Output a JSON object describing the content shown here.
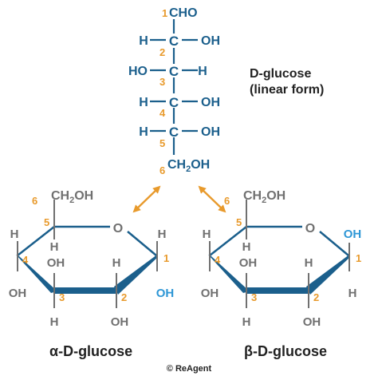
{
  "linear": {
    "c1_group": "CHO",
    "c_atom": "C",
    "h": "H",
    "oh": "OH",
    "ho": "HO",
    "ch2oh_prefix": "CH",
    "ch2oh_sub": "2",
    "ch2oh_suffix": "OH",
    "numbers": [
      "1",
      "2",
      "3",
      "4",
      "5",
      "6"
    ],
    "name_line1": "D-glucose",
    "name_line2": "(linear form)"
  },
  "alpha": {
    "ring_o": "O",
    "h": "H",
    "oh": "OH",
    "ch2oh_prefix": "CH",
    "ch2oh_sub": "2",
    "ch2oh_suffix": "OH",
    "numbers": [
      "1",
      "2",
      "3",
      "4",
      "5",
      "6"
    ],
    "name_greek": "α",
    "name_rest": "-D-glucose"
  },
  "beta": {
    "ring_o": "O",
    "h": "H",
    "oh": "OH",
    "ch2oh_prefix": "CH",
    "ch2oh_sub": "2",
    "ch2oh_suffix": "OH",
    "numbers": [
      "1",
      "2",
      "3",
      "4",
      "5",
      "6"
    ],
    "name_greek": "β",
    "name_rest": "-D-glucose"
  },
  "credit": "© ReAgent",
  "colors": {
    "structure_blue": "#1b5f8c",
    "substituent_gray": "#707070",
    "number_orange": "#e89a2c",
    "anomeric_oh_blue": "#2f97d6"
  }
}
